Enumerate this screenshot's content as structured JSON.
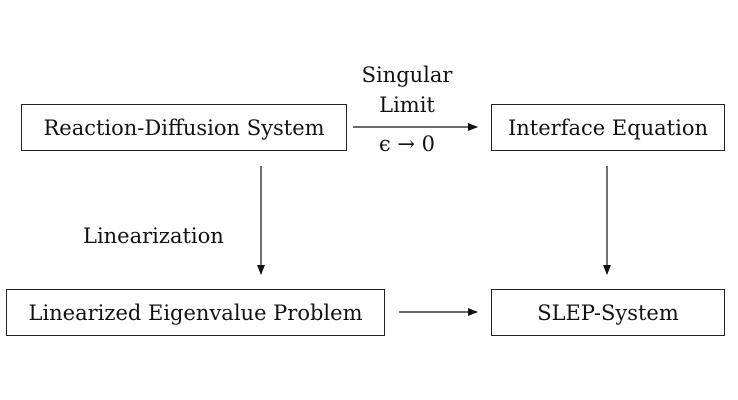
{
  "nodes": {
    "reaction_diffusion": "Reaction-Diffusion System",
    "interface_equation": "Interface Equation",
    "linearized_eigenvalue": "Linearized Eigenvalue Problem",
    "slep_system": "SLEP-System"
  },
  "edge_labels": {
    "singular_limit_line1": "Singular",
    "singular_limit_line2": "Limit",
    "epsilon_limit": "ϵ → 0",
    "linearization": "Linearization"
  }
}
